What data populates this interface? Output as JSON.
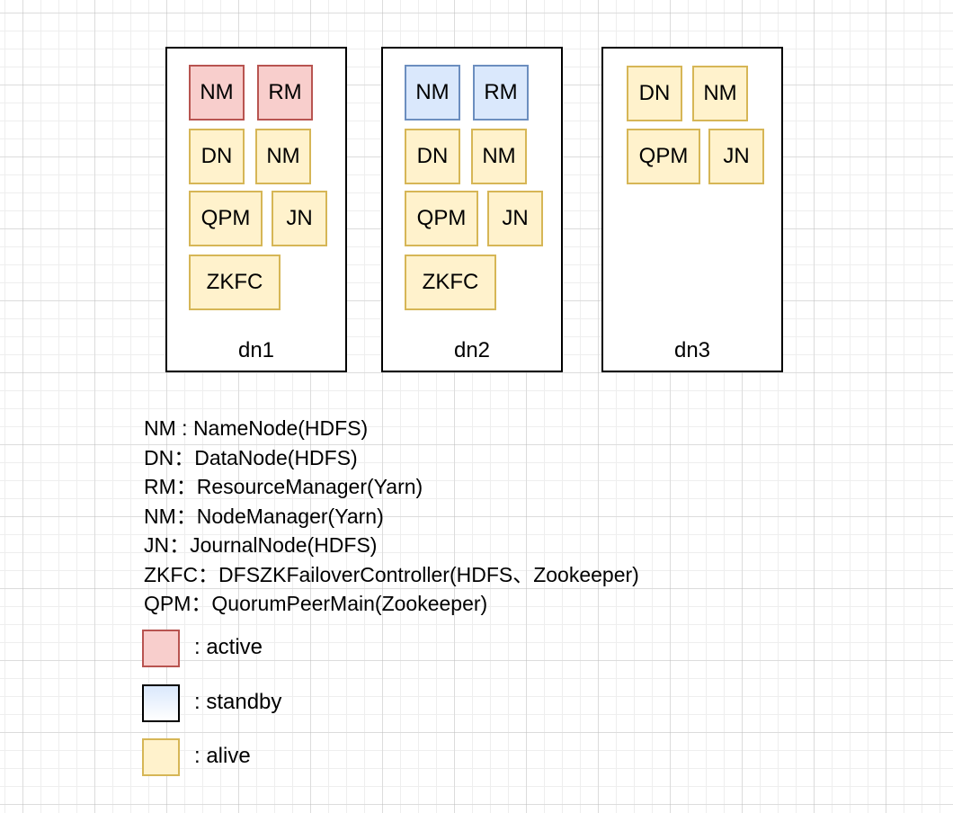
{
  "nodes": [
    {
      "label": "dn1",
      "processes": [
        {
          "label": "NM",
          "status": "active"
        },
        {
          "label": "RM",
          "status": "active"
        },
        {
          "label": "DN",
          "status": "alive"
        },
        {
          "label": "NM",
          "status": "alive"
        },
        {
          "label": "QPM",
          "status": "alive"
        },
        {
          "label": "JN",
          "status": "alive"
        },
        {
          "label": "ZKFC",
          "status": "alive"
        }
      ]
    },
    {
      "label": "dn2",
      "processes": [
        {
          "label": "NM",
          "status": "standby"
        },
        {
          "label": "RM",
          "status": "standby"
        },
        {
          "label": "DN",
          "status": "alive"
        },
        {
          "label": "NM",
          "status": "alive"
        },
        {
          "label": "QPM",
          "status": "alive"
        },
        {
          "label": "JN",
          "status": "alive"
        },
        {
          "label": "ZKFC",
          "status": "alive"
        }
      ]
    },
    {
      "label": "dn3",
      "processes": [
        {
          "label": "DN",
          "status": "alive"
        },
        {
          "label": "NM",
          "status": "alive"
        },
        {
          "label": "QPM",
          "status": "alive"
        },
        {
          "label": "JN",
          "status": "alive"
        }
      ]
    }
  ],
  "descriptions": [
    "NM : NameNode(HDFS)",
    "DN：DataNode(HDFS)",
    "RM：ResourceManager(Yarn)",
    "NM：NodeManager(Yarn)",
    "JN：JournalNode(HDFS)",
    "ZKFC：DFSZKFailoverController(HDFS、Zookeeper)",
    "QPM：QuorumPeerMain(Zookeeper)"
  ],
  "legend": [
    {
      "status": "active",
      "label": ": active"
    },
    {
      "status": "standby",
      "label": ": standby"
    },
    {
      "status": "alive",
      "label": ": alive"
    }
  ],
  "colors": {
    "active_fill": "#f8cecc",
    "active_border": "#b85450",
    "standby_fill": "#dae8fc",
    "standby_border": "#6c8ebf",
    "alive_fill": "#fff2cc",
    "alive_border": "#d6b656"
  }
}
